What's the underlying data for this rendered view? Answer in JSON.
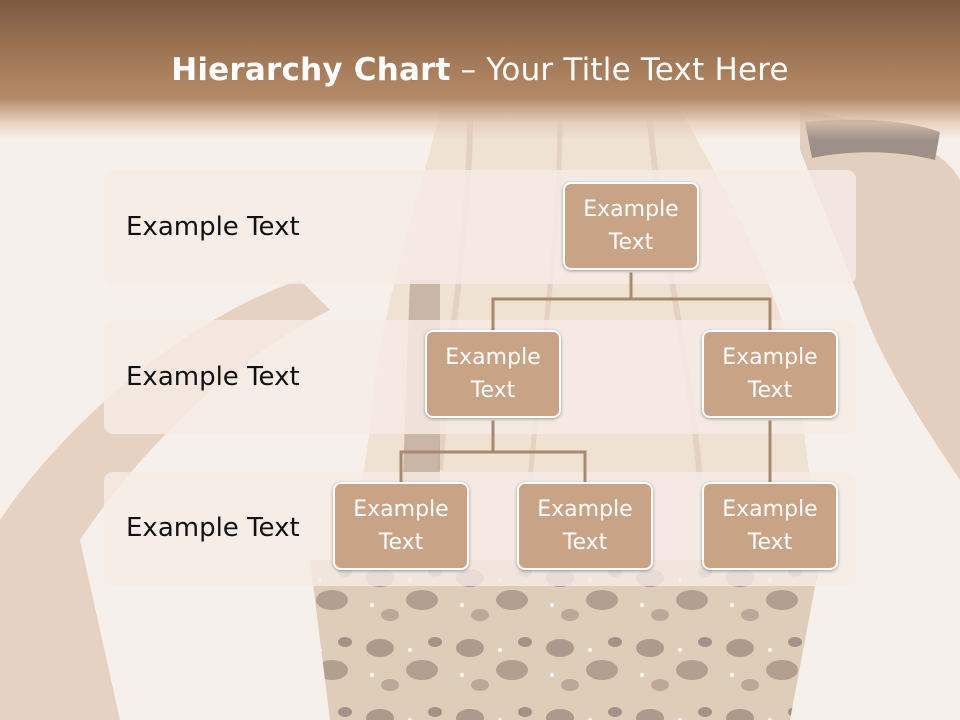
{
  "slide": {
    "title_bold": "Hierarchy Chart",
    "title_rest": " – Your Title Text Here"
  },
  "rows": [
    {
      "label": "Example Text"
    },
    {
      "label": "Example Text"
    },
    {
      "label": "Example Text"
    }
  ],
  "nodes": {
    "root": "Example Text",
    "level2_left": "Example Text",
    "level2_right": "Example Text",
    "level3_left": "Example Text",
    "level3_middle": "Example Text",
    "level3_right": "Example Text"
  },
  "colors": {
    "header": "#9c7454",
    "node_fill": "#c8a386",
    "connector": "#a8896f",
    "row_band": "#f5ece6"
  }
}
